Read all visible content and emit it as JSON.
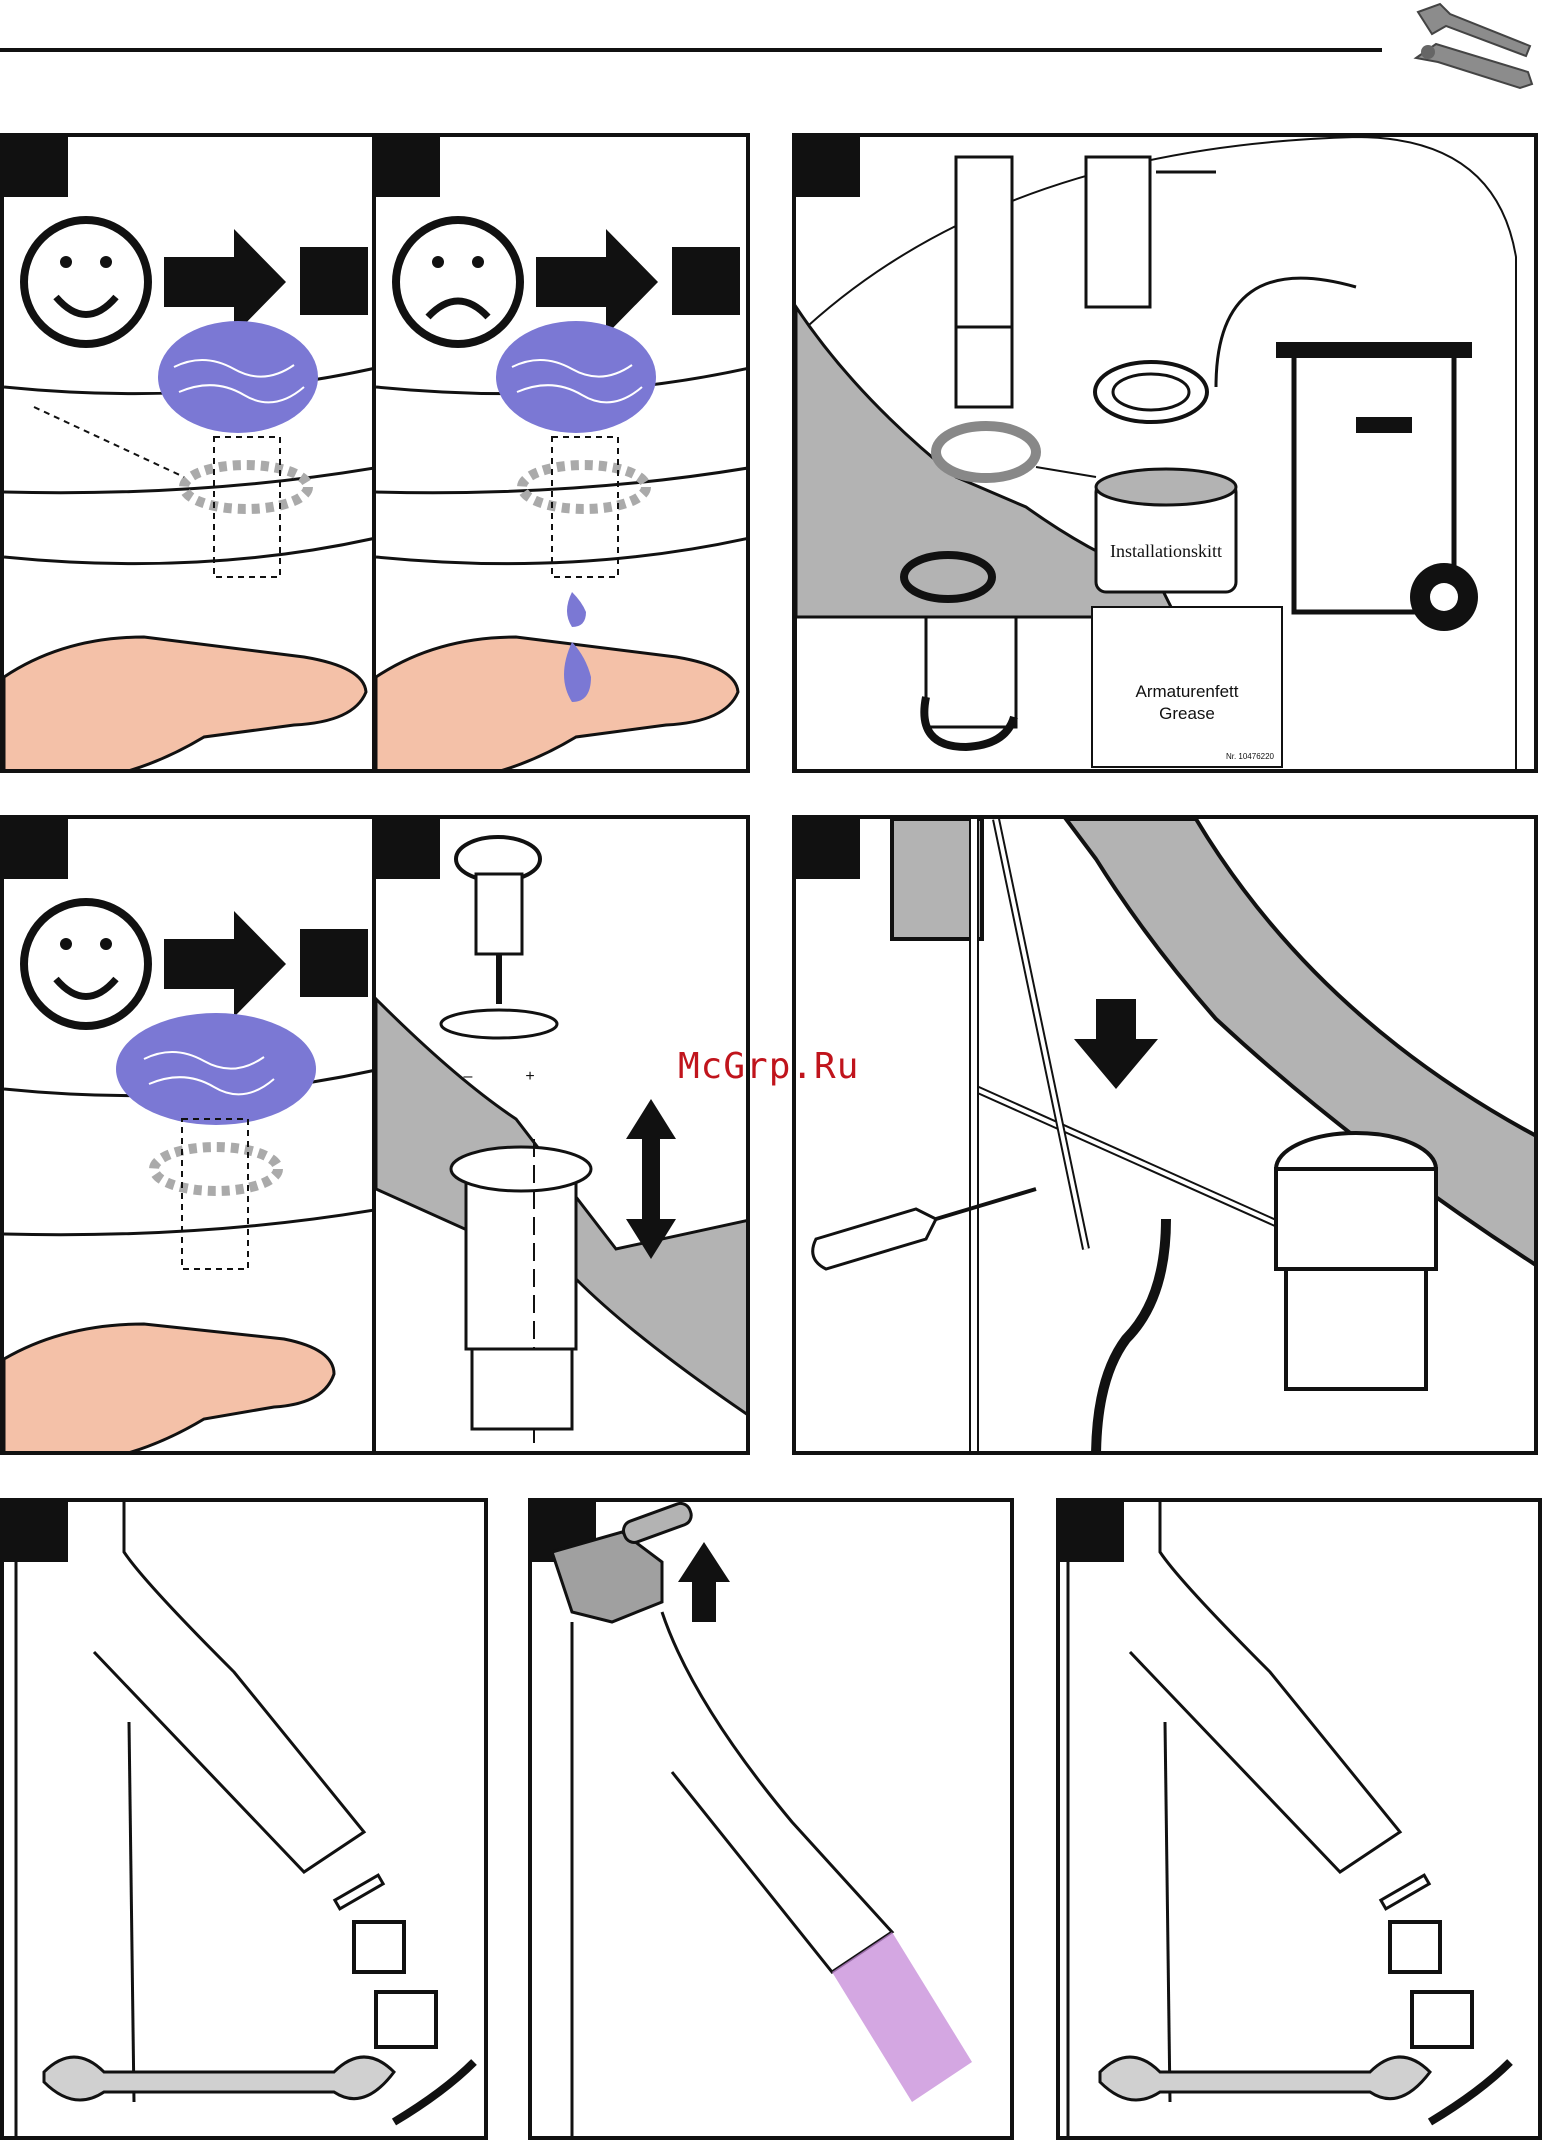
{
  "header": {
    "icon": "tools-icon"
  },
  "watermark": {
    "text": "McGrp.Ru"
  },
  "panels": {
    "p3": {
      "putty_label": "Installationskitt",
      "grease_line1": "Armaturenfett",
      "grease_line2": "Grease",
      "grease_part": "Nr. 10476220"
    },
    "p5": {
      "minus": "–",
      "plus": "+"
    }
  },
  "colors": {
    "water": "#7b78d4",
    "skin": "#f4c1a8",
    "metal": "#b3b3b3",
    "ink": "#111111",
    "lilac": "#c58ad8",
    "watermark": "#c0141c"
  }
}
